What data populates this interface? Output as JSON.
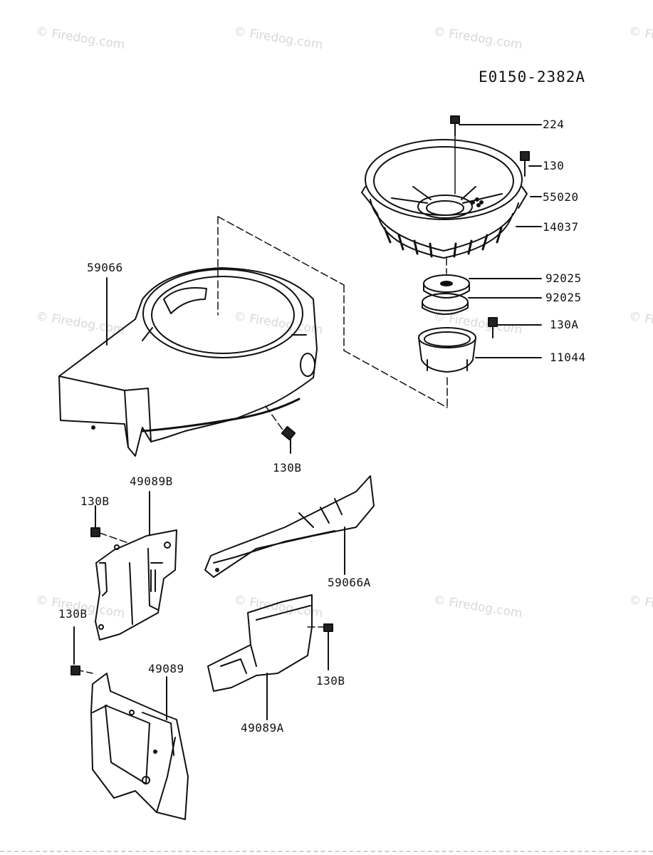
{
  "diagram_code": "E0150-2382A",
  "watermark": "© Firedog.com",
  "parts": {
    "p224": "224",
    "p130": "130",
    "p55020": "55020",
    "p14037": "14037",
    "p92025a": "92025",
    "p92025b": "92025",
    "p130A": "130A",
    "p11044": "11044",
    "p59066": "59066",
    "p130B_a": "130B",
    "p49089B": "49089B",
    "p130B_b": "130B",
    "p59066A": "59066A",
    "p130B_c": "130B",
    "p130B_d": "130B",
    "p49089": "49089",
    "p49089A": "49089A"
  }
}
